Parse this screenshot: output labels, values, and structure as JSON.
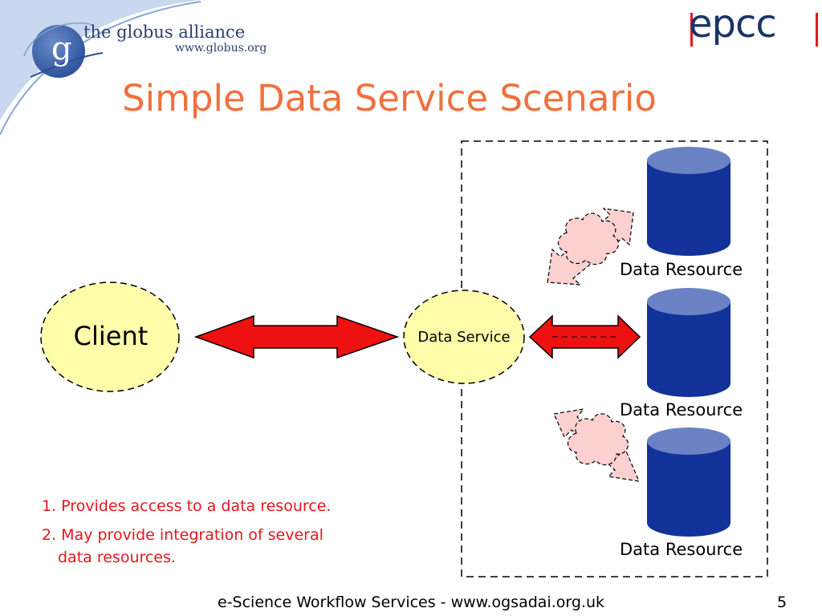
{
  "header": {
    "title": "Simple Data Service Scenario",
    "globus_name": "the globus alliance",
    "globus_url": "www.globus.org",
    "globus_letter": "g",
    "epcc_logo": "epcc"
  },
  "diagram": {
    "client_label": "Client",
    "service_label": "Data Service",
    "resources": [
      {
        "label": "Data Resource"
      },
      {
        "label": "Data Resource"
      },
      {
        "label": "Data Resource"
      }
    ]
  },
  "notes": {
    "item1": "1. Provides access to a data resource.",
    "item2_line1": "2. May provide integration of several",
    "item2_line2": "data resources."
  },
  "footer": {
    "text": "e-Science Workflow Services - www.ogsadai.org.uk",
    "page_number": "5"
  },
  "colors": {
    "title": "#f0703c",
    "arrow": "#ee1111",
    "cylinder_body": "#12329a",
    "cylinder_top": "#6b82c4",
    "ellipse_fill": "#fffcaa",
    "cloud_fill": "#fdd0d0",
    "note_text": "#e8141c"
  }
}
